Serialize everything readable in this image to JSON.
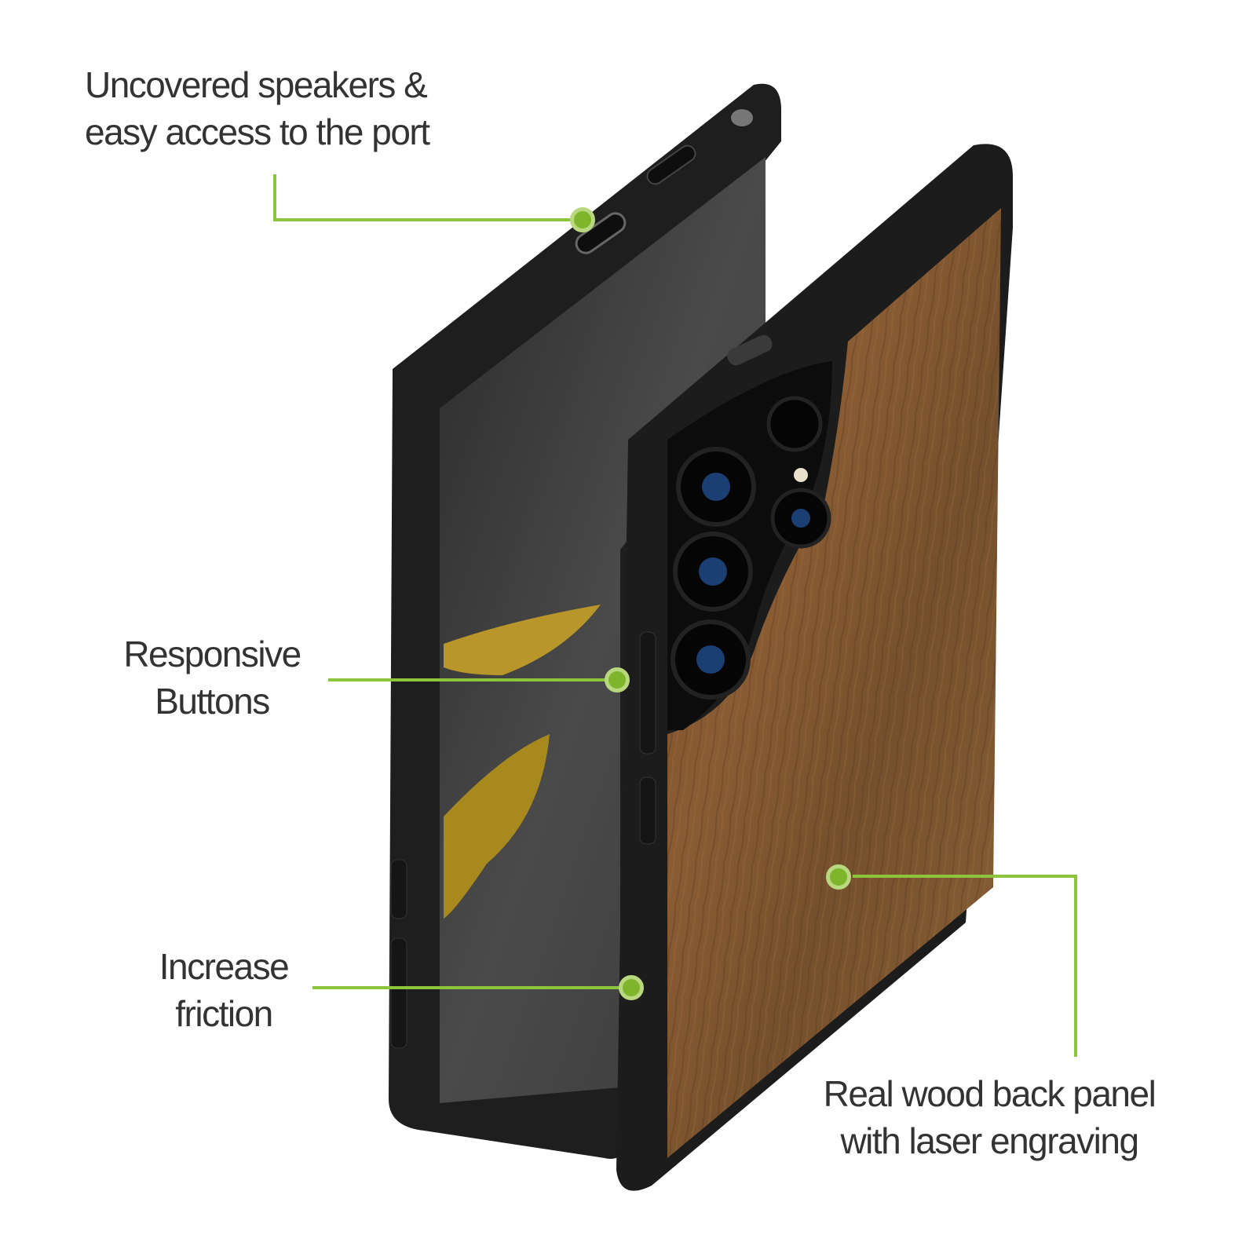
{
  "callouts": [
    {
      "id": "speakers",
      "lines": [
        "Uncovered speakers &",
        "easy access to the port"
      ]
    },
    {
      "id": "buttons",
      "lines": [
        "Responsive",
        "Buttons"
      ]
    },
    {
      "id": "friction",
      "lines": [
        "Increase",
        "friction"
      ]
    },
    {
      "id": "wood",
      "lines": [
        "Real wood back panel",
        "with laser engraving"
      ]
    }
  ],
  "colors": {
    "accent": "#8cc43c",
    "dot": "#7eb52b",
    "dot_ring": "#b8d77f",
    "text": "#333333",
    "case": "#1f1f1f",
    "wood": "#7a5230"
  },
  "product": {
    "name": "Wood phone case",
    "images": [
      "front-view-with-screen",
      "back-view-with-wood-panel-and-cameras"
    ]
  }
}
